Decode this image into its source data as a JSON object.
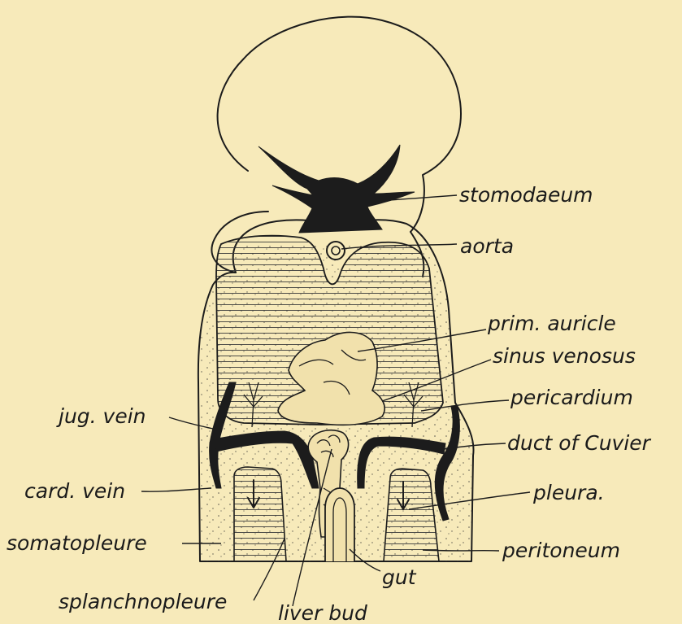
{
  "colors": {
    "paper": "#f7eaba",
    "ink": "#1c1c1c"
  },
  "labels": {
    "stomodaeum": "stomodaeum",
    "aorta": "aorta",
    "prim_auricle": "prim. auricle",
    "sinus_venosus": "sinus venosus",
    "pericardium": "pericardium",
    "duct_of_cuvier": "duct of Cuvier",
    "jug_vein": "jug. vein",
    "card_vein": "card. vein",
    "pleura": "pleura.",
    "somatopleure": "somatopleure",
    "peritoneum": "peritoneum",
    "gut": "gut",
    "splanchnopleure": "splanchnopleure",
    "liver_bud": "liver bud"
  }
}
